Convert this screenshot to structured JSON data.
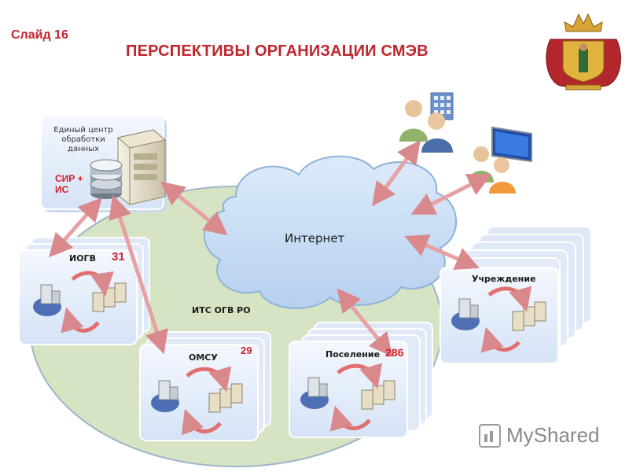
{
  "header": {
    "slide_label": "Слайд 16",
    "title": "ПЕРСПЕКТИВЫ ОРГАНИЗАЦИИ СМЭВ"
  },
  "center": {
    "line1": "Единый центр",
    "line2": "обработки",
    "line3": "данных",
    "sir_line1": "СИР +",
    "sir_line2": "ИС"
  },
  "cloud_label": "Интернет",
  "network_label": "ИТС ОГВ РО",
  "nodes": {
    "iogv": {
      "label": "ИОГВ",
      "count": "31"
    },
    "omsu": {
      "label": "ОМСУ",
      "count": "29"
    },
    "settlement": {
      "label": "Поселение",
      "count": "286"
    },
    "institution": {
      "label": "Учреждение"
    }
  },
  "watermark": "MyShared",
  "colors": {
    "title": "#c0262c",
    "arrow": "#e8a0a0",
    "cloud": "#c5dcf2",
    "network": "#d8e6c5",
    "card": "#e4edf9"
  }
}
